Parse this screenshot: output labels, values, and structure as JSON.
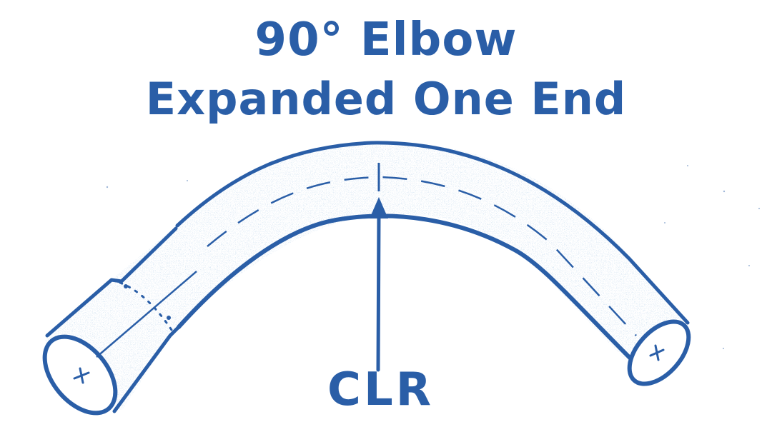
{
  "title": {
    "line1": "90° Elbow",
    "line2": "Expanded One End"
  },
  "labels": {
    "clr": "CLR"
  },
  "colors": {
    "ink": "#2a5ea7",
    "background": "#ffffff"
  }
}
